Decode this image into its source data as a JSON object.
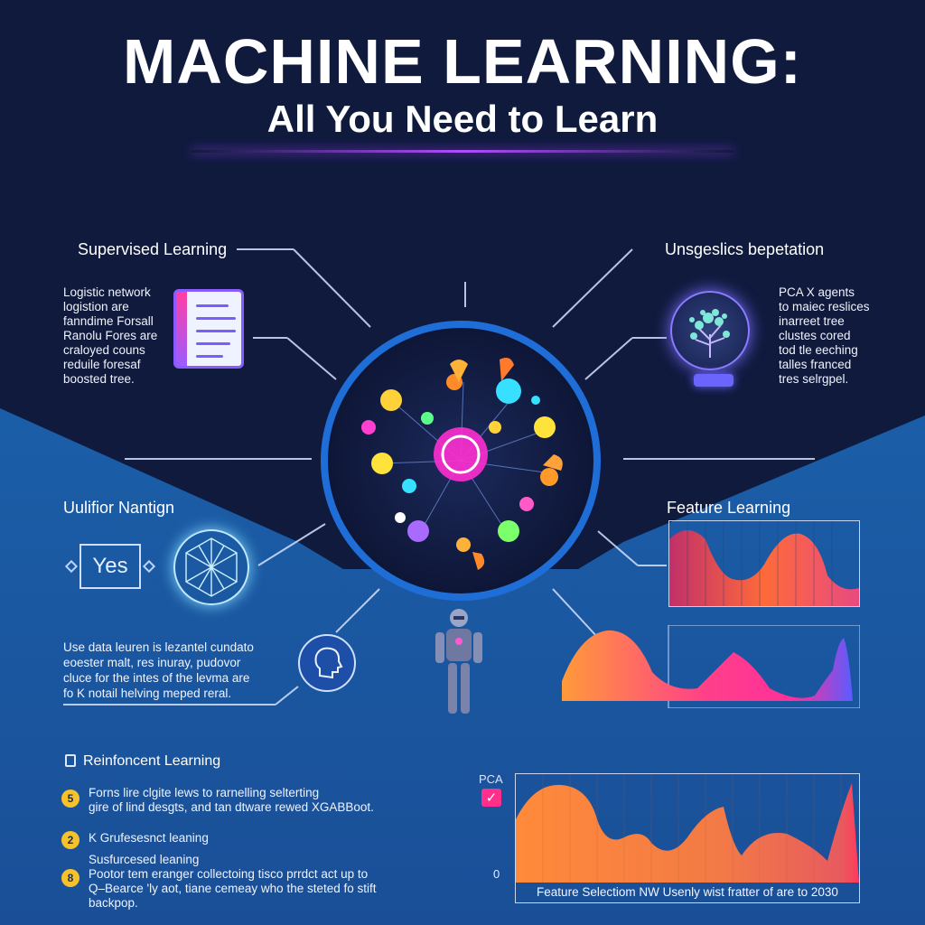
{
  "header": {
    "title": "MACHINE LEARNING:",
    "subtitle": "All You Need to Learn"
  },
  "colors": {
    "background_top": "#0f1a3d",
    "background_lower": "#1b5ea8",
    "accent_purple": "#b24dff",
    "accent_pink": "#ff2f8b",
    "accent_blue": "#1f6ed8",
    "badge_yellow": "#f6c22b"
  },
  "supervised": {
    "heading": "Supervised Learning",
    "lines": [
      "Logistic network",
      "logistion are",
      "fanndime Forsall",
      "Ranolu Fores are",
      "craloyed couns",
      "reduile foresaf",
      "boosted tree."
    ],
    "icon": "document-icon"
  },
  "unsupervised": {
    "heading": "Unsgeslics bepetation",
    "lines": [
      "PCA  X agents",
      "to maiec reslices",
      "inarreet tree",
      "clustes cored",
      "tod tle eeching",
      "talles franced",
      "tres selrgpel."
    ],
    "icon": "tree-icon"
  },
  "left_middle": {
    "heading": "Uulifior Nantign",
    "yes_label": "Yes",
    "lines": [
      "Use data leuren is lezantel cundato",
      "eoester malt, res inuray, pudovor",
      "cluce for the intes of the levma are",
      "fo  K notail helving meped reral."
    ]
  },
  "feature_learning": {
    "heading": "Feature Learning"
  },
  "reinforcement": {
    "heading": "Reinfoncent Learning",
    "items": [
      {
        "badge": "5",
        "lines": [
          "Forns lire clgite lews to rarnelling selterting",
          "gire of lind desgts, and tan dtware rewed XGABBoot."
        ]
      },
      {
        "badge": "2",
        "lines": [
          "K Grufesesnct leaning"
        ]
      },
      {
        "badge": "8",
        "lines": [
          "Susfurcesed leaning",
          "Pootor tem eranger collectoing tisco prrdct act up to",
          "Q–Bearce  'ly aot, tiane cemeay who the steted fo stift",
          "backpop."
        ]
      }
    ]
  },
  "bottom_chart": {
    "pca_label": "PCA",
    "zero_label": "0",
    "caption": "Feature Selectiom NW Usenly wist fratter of are to 2030"
  }
}
